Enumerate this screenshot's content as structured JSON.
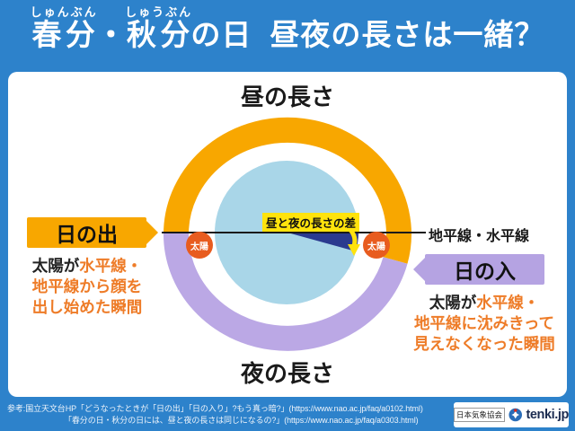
{
  "colors": {
    "background_blue": "#2d82cb",
    "day_orange": "#f8a700",
    "night_purple": "#bba8e5",
    "earth_light_blue": "#a9d6e8",
    "difference_navy": "#2b3a8f",
    "sun_red_orange": "#e85c1f",
    "highlight_yellow": "#ffe30c",
    "accent_text_orange": "#ee7c28"
  },
  "header": {
    "ruby1": "しゅんぶん",
    "word1": "春分",
    "separator": "・",
    "ruby2": "しゅうぶん",
    "word2": "秋分",
    "word3": "の日",
    "word4": "昼夜の長さは一緒？"
  },
  "diagram": {
    "day_length_label": "昼の長さ",
    "night_length_label": "夜の長さ",
    "difference_label": "昼と夜の長さの差",
    "horizon_label": "地平線・水平線",
    "sun_label": "太陽",
    "sunrise": {
      "title": "日の出",
      "lead": "太陽が",
      "line1": "水平線・",
      "line2": "地平線から顔を",
      "line3": "出し始めた瞬間"
    },
    "sunset": {
      "title": "日の入",
      "lead": "太陽が",
      "line1": "水平線・",
      "line2": "地平線に沈みきって",
      "line3": "見えなくなった瞬間"
    }
  },
  "footer": {
    "reference_line1": "参考:国立天文台HP「どうなったときが「日の出」「日の入り」?もう真っ暗?」(https://www.nao.ac.jp/faq/a0102.html)",
    "reference_line2": "「春分の日・秋分の日には、昼と夜の長さは同じになるの?」(https://www.nao.ac.jp/faq/a0303.html)",
    "jwa_label": "日本気象協会",
    "tenki_label": "tenki.jp"
  }
}
